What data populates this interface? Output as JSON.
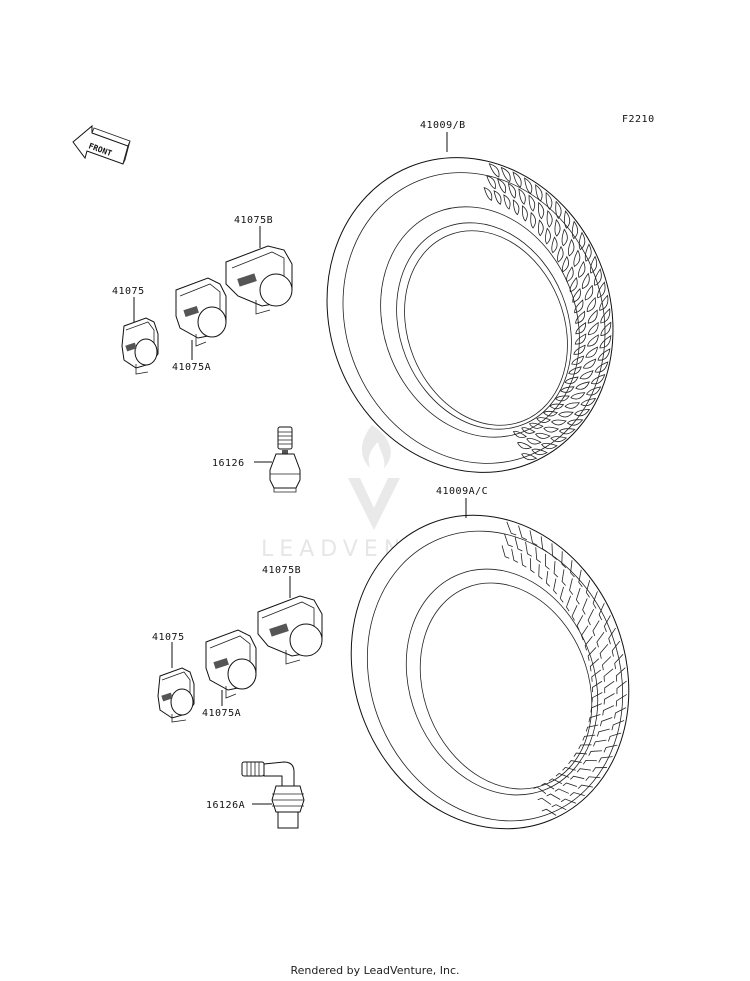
{
  "diagram": {
    "code": "F2210",
    "front_label": "FRONT",
    "parts": {
      "tire_front": "41009/B",
      "tire_rear": "41009A/C",
      "weight_top_b": "41075B",
      "weight_top": "41075",
      "weight_top_a": "41075A",
      "valve_top": "16126",
      "weight_bot_b": "41075B",
      "weight_bot": "41075",
      "weight_bot_a": "41075A",
      "valve_bot": "16126A"
    }
  },
  "watermark": "LEADVENTURE",
  "footer": "Rendered by LeadVenture, Inc."
}
